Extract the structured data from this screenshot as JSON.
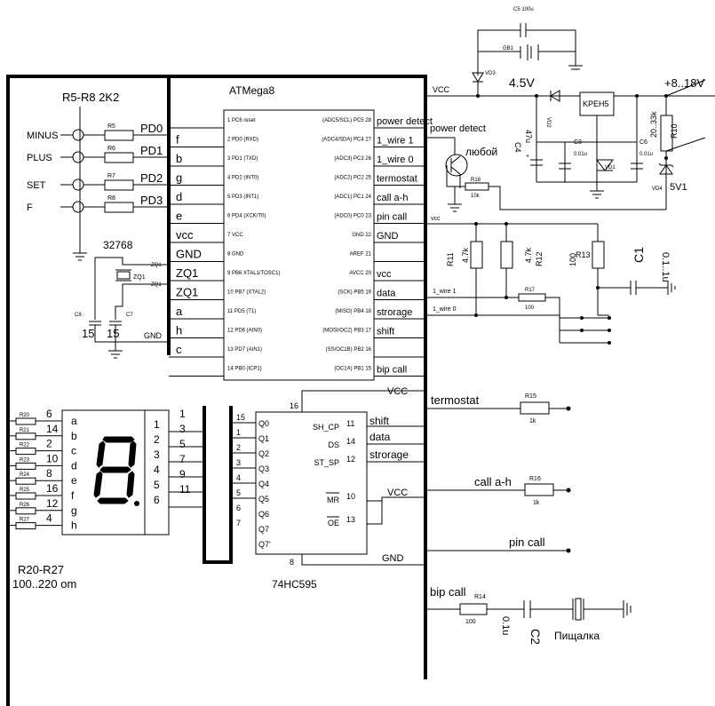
{
  "colors": {
    "ink": "#000000",
    "paper": "#ffffff"
  },
  "mcu": {
    "name": "ATMega8",
    "left_pins": [
      "1 PC6 reset",
      "2 PD0 (RXD)",
      "3 PD1 (TXD)",
      "4 PD2 (INT0)",
      "5 PD3 (INT1)",
      "6 PD4 (XCK/T0)",
      "7 VCC",
      "8 GND",
      "9 PB6 XTAL1/TOSC1)",
      "10 PB7 (XTAL2)",
      "11 PD5 (T1)",
      "12 PD6 (AIN0)",
      "13 PD7 (AIN1)",
      "14 PB0 (ICP1)"
    ],
    "right_pins": [
      "(ADC5/SCL) PC5 28",
      "(ADC4/SDA) PC4 27",
      "(ADC3) PC3 26",
      "(ADC2) PC2 25",
      "(ADC1) PC1 24",
      "(ADC0) PC0 23",
      "GND 22",
      "AREF 21",
      "AVCC 20",
      "(SCK) PB5 19",
      "(MISO) PB4 18",
      "(MOSI/OC2) PB3 17",
      "(SS/OC1B) PB2 16",
      "(OC1A) PB1 15"
    ],
    "left_net_labels": [
      "f",
      "b",
      "g",
      "d",
      "e",
      "vcc",
      "GND",
      "ZQ1",
      "ZQ1",
      "a",
      "h",
      "c"
    ],
    "right_net_labels": [
      "power detect",
      "1_wire 1",
      "1_wire 0",
      "termostat",
      "call a-h",
      "pin call",
      "GND",
      "vcc",
      "data",
      "strorage",
      "shift",
      "bip call"
    ]
  },
  "inputs": {
    "header": "R5-R8  2K2",
    "rows": [
      {
        "name": "MINUS",
        "resistor": "R5",
        "pin": "PD0"
      },
      {
        "name": "PLUS",
        "resistor": "R6",
        "pin": "PD1"
      },
      {
        "name": "SET",
        "resistor": "R7",
        "pin": "PD2"
      },
      {
        "name": "F",
        "resistor": "R8",
        "pin": "PD3"
      }
    ]
  },
  "crystal": {
    "freq": "32768",
    "ref": "ZQ1",
    "c_left": "C8",
    "c_right": "C7",
    "c_val_left": "15",
    "c_val_right": "15",
    "gnd": "GND",
    "pin_left": "ZQ1",
    "pin_right": "ZQ1"
  },
  "display": {
    "segments": [
      "a",
      "b",
      "c",
      "d",
      "e",
      "f",
      "g",
      "h"
    ],
    "pin_numbers": [
      "6",
      "14",
      "2",
      "10",
      "8",
      "16",
      "12",
      "4"
    ],
    "resistors": [
      "R20",
      "R21",
      "R22",
      "R23",
      "R24",
      "R25",
      "R26",
      "R27"
    ],
    "digit_pins": [
      "1",
      "2",
      "3",
      "4",
      "5",
      "6"
    ],
    "label_line1": "R20-R27",
    "label_line2": "100..220 om"
  },
  "bus_pins": [
    "1",
    "3",
    "5",
    "7",
    "9",
    "11"
  ],
  "shift_register": {
    "name": "74HC595",
    "outputs": [
      "Q0",
      "Q1",
      "Q2",
      "Q3",
      "Q4",
      "Q5",
      "Q6",
      "Q7",
      "Q7'"
    ],
    "output_pins": [
      "15",
      "1",
      "2",
      "3",
      "4",
      "5",
      "6",
      "7"
    ],
    "inputs": [
      "SH_CP",
      "DS",
      "ST_SP",
      "MR",
      "OE"
    ],
    "input_pins": [
      "11",
      "14",
      "12",
      "10",
      "13"
    ],
    "vcc_pin": "16",
    "gnd_pin": "8",
    "vcc": "VCC",
    "gnd": "GND",
    "vcc2": "VCC",
    "net_shift": "shift",
    "net_data": "data",
    "net_storage": "strorage"
  },
  "power": {
    "c5": "C5  100u",
    "g1": "GB1",
    "vd3": "VD3",
    "battery_v": "4.5V",
    "vcc": "VCC",
    "input_v": "+8..18V",
    "vd2": "VD2",
    "reg": "KPEH5",
    "c4": "C4",
    "c4_val": "47u",
    "c3": "C3",
    "c3_val": "0.01u",
    "vd1": "VD1",
    "c6": "C6",
    "c6_val": "0.01u",
    "r10": "R10",
    "r10_val": "20..33k",
    "vd4": "VD4",
    "vd4_val": "5V1"
  },
  "power_detect": {
    "label": "power detect",
    "transistor": "любой",
    "r18": "R18",
    "r18_val": "10k"
  },
  "onewire": {
    "vcc": "vcc",
    "r11": "R11",
    "r11_val": "4.7k",
    "r12": "R12",
    "r12_val": "4.7k",
    "r13": "R13",
    "r13_val": "100",
    "c1": "C1",
    "c1_val": "0.1..1u",
    "r17": "R17",
    "r17_val": "100",
    "w1": "1_wire 1",
    "w0": "1_wire 0"
  },
  "outputs": {
    "termostat": "termostat",
    "r15": "R15",
    "r15_val": "1k",
    "call": "call a-h",
    "r16": "R16",
    "r16_val": "1k",
    "pin_call": "pin call",
    "bip": "bip call",
    "r14": "R14",
    "r14_val": "100",
    "c2_val": "0.1u",
    "c2": "C2",
    "buzzer": "Пищалка"
  }
}
